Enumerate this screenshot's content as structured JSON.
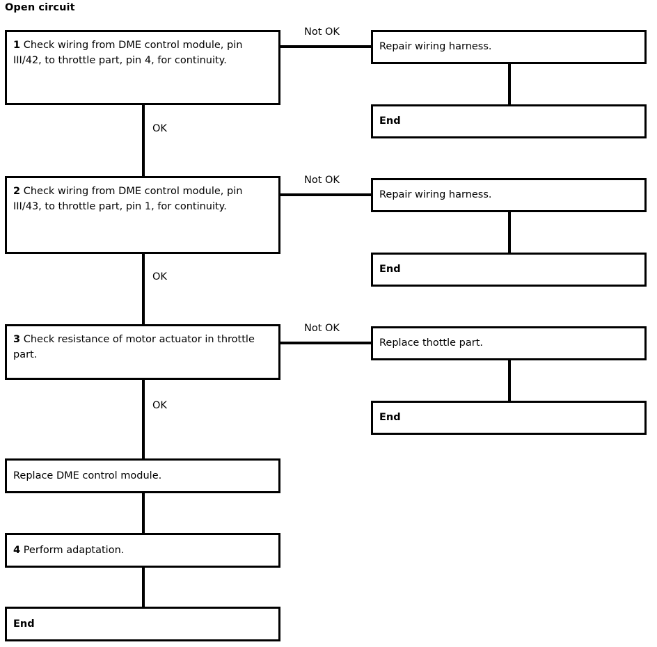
{
  "diagram": {
    "title": "Open circuit",
    "type": "flowchart",
    "orientation": "top-to-bottom with right branches",
    "colors": {
      "line": "#000000",
      "background": "#ffffff",
      "text": "#000000"
    },
    "edge_labels": {
      "ok": "OK",
      "not_ok": "Not OK"
    },
    "nodes": {
      "step1": {
        "number": "1",
        "text": "Check wiring from DME control module, pin III/42, to throttle part, pin 4, for continuity."
      },
      "step2": {
        "number": "2",
        "text": "Check wiring from DME control module, pin III/43, to throttle part, pin 1, for continuity."
      },
      "step3": {
        "number": "3",
        "text": "Check resistance of motor actuator in throttle part."
      },
      "replace_dme": {
        "text": "Replace DME control module."
      },
      "step4": {
        "number": "4",
        "text": "Perform adaptation."
      },
      "end_main": {
        "text": "End"
      },
      "repair1": {
        "text": "Repair wiring harness."
      },
      "end1": {
        "text": "End"
      },
      "repair2": {
        "text": "Repair wiring harness."
      },
      "end2": {
        "text": "End"
      },
      "replace_throttle": {
        "text": "Replace thottle part."
      },
      "end3": {
        "text": "End"
      }
    },
    "branch_labels": {
      "b1_not_ok": "Not OK",
      "b1_ok": "OK",
      "b2_not_ok": "Not OK",
      "b2_ok": "OK",
      "b3_not_ok": "Not OK",
      "b3_ok": "OK"
    }
  }
}
